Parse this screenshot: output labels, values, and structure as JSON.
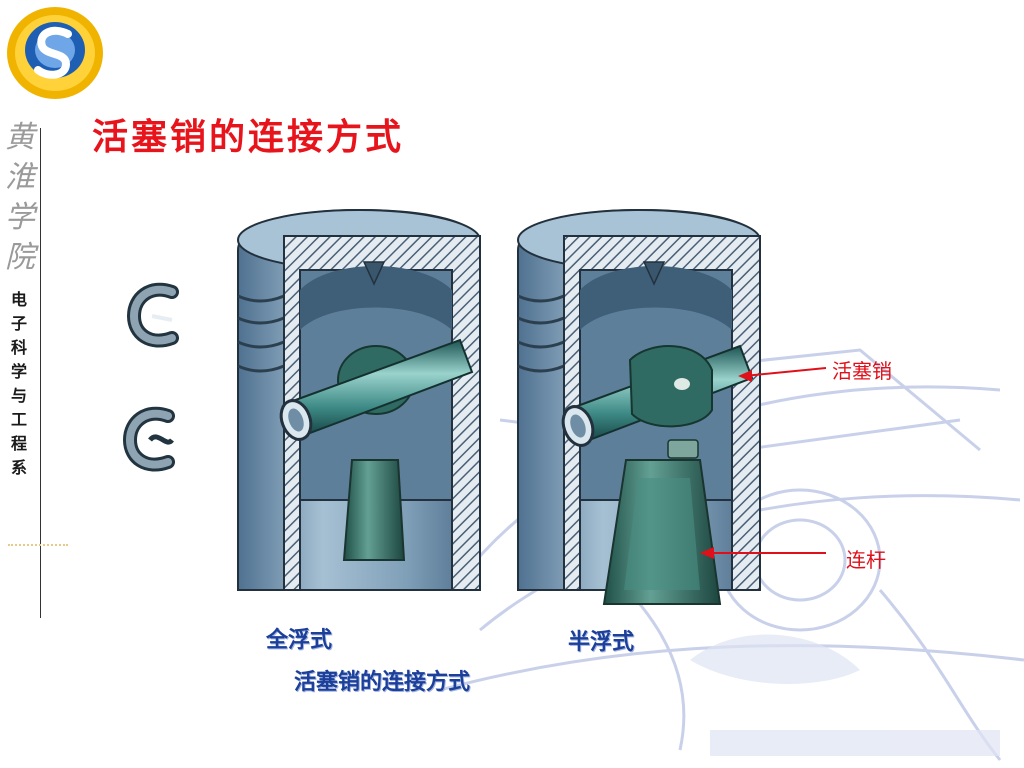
{
  "title": "活塞销的连接方式",
  "sidebar": {
    "school": "黄淮学院",
    "department": "电子科学与工程系"
  },
  "diagram": {
    "label_pin": "活塞销",
    "label_rod": "连杆",
    "caption_full": "全浮式",
    "caption_semi": "半浮式",
    "figure_caption": "活塞销的连接方式"
  },
  "colors": {
    "title": "#e8141c",
    "caption": "#1c3f9a",
    "callout": "#e0101a"
  }
}
